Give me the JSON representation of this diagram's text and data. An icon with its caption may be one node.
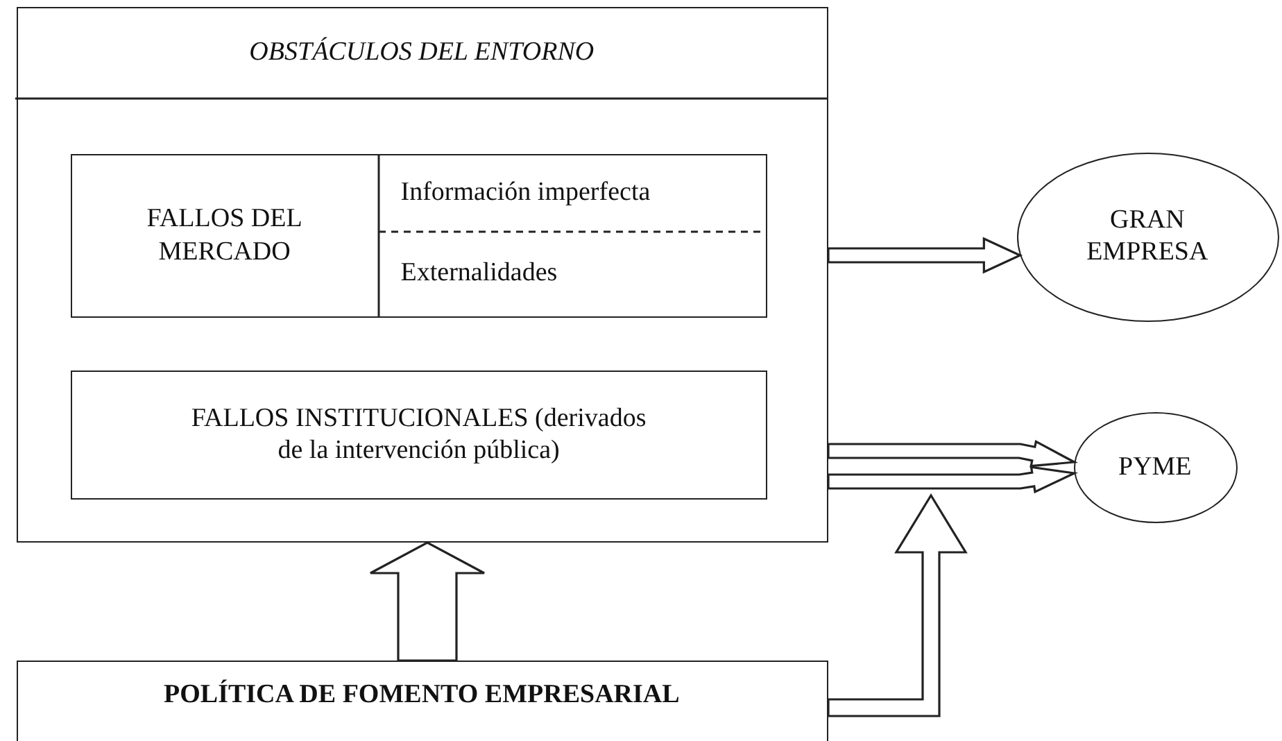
{
  "diagram": {
    "nodes": [
      {
        "text": [
          "OBSTÁCULOS DEL ENTORNO"
        ]
      },
      {
        "text": [
          "FALLOS DEL MERCADO",
          "Información imperfecta",
          "Externalidades"
        ],
        "in": 0
      },
      {
        "text": [
          "FALLOS INSTITUCIONALES (derivados de la intervención pública)"
        ],
        "in": 0
      },
      {
        "text": [
          "GRAN EMPRESA"
        ]
      },
      {
        "text": [
          "PYME"
        ]
      },
      {
        "text": [
          "POLÍTICA DE FOMENTO EMPRESARIAL"
        ]
      }
    ],
    "edges": [
      {
        "from": 0,
        "to": 3,
        "arrow": "to",
        "style": "thick"
      },
      {
        "from": 0,
        "to": 4,
        "arrow": "to",
        "style": "thick"
      },
      {
        "from": 0,
        "to": 4,
        "arrow": "to",
        "style": "thick"
      },
      {
        "from": 5,
        "to": 0,
        "arrow": "to",
        "style": "thick"
      },
      {
        "from": 5,
        "to": null,
        "arrow": "to",
        "style": "thick"
      }
    ]
  }
}
